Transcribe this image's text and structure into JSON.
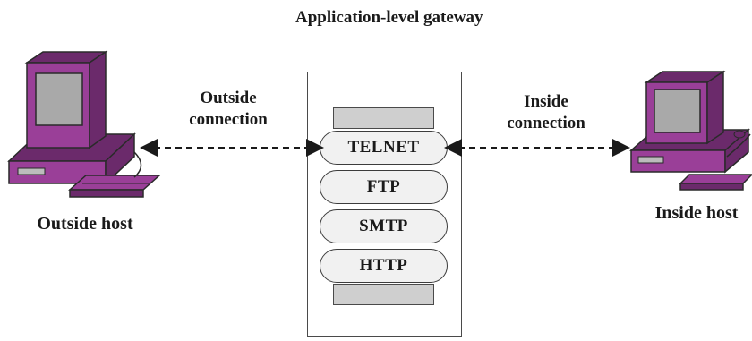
{
  "gateway": {
    "title": "Application-level gateway"
  },
  "protocols": [
    "TELNET",
    "FTP",
    "SMTP",
    "HTTP"
  ],
  "connections": {
    "outside": "Outside connection",
    "inside": "Inside connection"
  },
  "hosts": {
    "outside": "Outside host",
    "inside": "Inside host"
  },
  "colors": {
    "computer": "#9a3f98",
    "computer_dark": "#6b2a6b",
    "screen": "#a9a9a9",
    "protocol_fill": "#f1f1f1",
    "shade": "#cfcfcf"
  }
}
